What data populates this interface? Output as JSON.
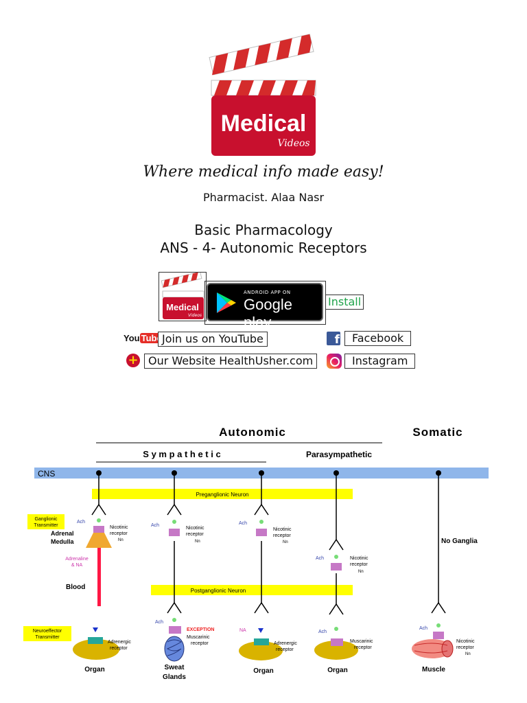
{
  "logo": {
    "word": "Medical",
    "sub": "Videos"
  },
  "tagline": "Where medical info made easy!",
  "author": "Pharmacist. Alaa Nasr",
  "title_line1": "Basic Pharmacology",
  "title_line2": "ANS - 4- Autonomic Receptors",
  "app": {
    "store_small": "ANDROID APP ON",
    "store_big": "Google play",
    "install": "Install",
    "logo_word": "Medical",
    "logo_sub": "Videos"
  },
  "links": {
    "youtube": "Join us on YouTube",
    "youtube_logo_a": "You",
    "youtube_logo_b": "Tube",
    "website": "Our Website HealthUsher.com",
    "facebook": "Facebook",
    "instagram": "Instagram"
  },
  "diagram": {
    "autonomic": "Autonomic",
    "somatic": "Somatic",
    "sympathetic": "S y m p a t h e t i c",
    "parasympathetic": "Parasympathetic",
    "cns": "CNS",
    "preganglionic": "Preganglionic Neuron",
    "postganglionic": "Postganglionic Neuron",
    "ganglionic_transmitter_1": "Ganglionic",
    "ganglionic_transmitter_2": "Transmitter",
    "neuroeffector_transmitter_1": "Neuroeffector",
    "neuroeffector_transmitter_2": "Transmitter",
    "ach": "Ach",
    "na": "NA",
    "nicotinic_1": "Nicotinic",
    "nicotinic_2": "receptor",
    "nn": "Nn",
    "adrenal_1": "Adrenal",
    "adrenal_2": "Medulla",
    "adrenaline_1": "Adrenaline",
    "adrenaline_2": "& NA",
    "blood": "Blood",
    "adrenergic_1": "Adrenergic",
    "adrenergic_2": "receptor",
    "muscarinic_1": "Muscarinic",
    "muscarinic_2": "receptor",
    "exception": "EXCEPTION",
    "organ": "Organ",
    "sweat_1": "Sweat",
    "sweat_2": "Glands",
    "muscle": "Muscle",
    "no_ganglia": "No Ganglia"
  },
  "colors": {
    "red": "#c8102e",
    "cns": "#8fb6ea",
    "highlight": "#ffff00",
    "receptor": "#c678c6",
    "organ": "#d9b300"
  }
}
